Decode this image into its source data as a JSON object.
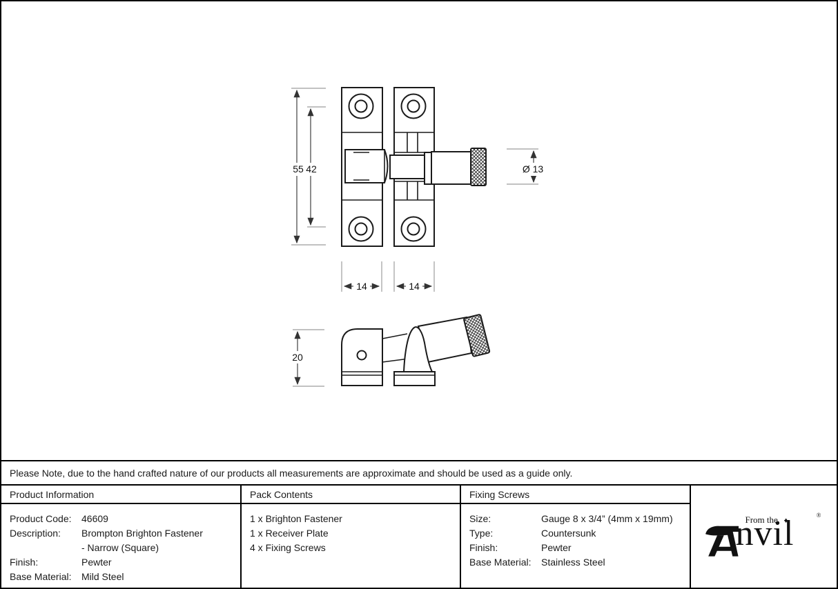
{
  "note": "Please Note, due to the hand crafted nature of our products all measurements are approximate and should be used as a guide only.",
  "drawing": {
    "front_view": {
      "dim_overall_height": "55",
      "dim_hole_spacing": "42",
      "dim_knob_diameter": "Ø 13",
      "dim_left_plate_width": "14",
      "dim_right_plate_width": "14"
    },
    "side_view": {
      "dim_depth": "20"
    }
  },
  "table": {
    "product_information": {
      "header": "Product Information",
      "rows": [
        {
          "label": "Product Code:",
          "value": "46609"
        },
        {
          "label": "Description:",
          "value": "Brompton Brighton Fastener"
        },
        {
          "label": "",
          "value": "- Narrow (Square)"
        },
        {
          "label": "Finish:",
          "value": "Pewter"
        },
        {
          "label": "Base Material:",
          "value": "Mild Steel"
        }
      ]
    },
    "pack_contents": {
      "header": "Pack Contents",
      "items": [
        "1 x Brighton Fastener",
        "1 x Receiver Plate",
        "4 x Fixing Screws"
      ]
    },
    "fixing_screws": {
      "header": "Fixing Screws",
      "rows": [
        {
          "label": "Size:",
          "value": "Gauge 8 x 3/4” (4mm x 19mm)"
        },
        {
          "label": "Type:",
          "value": "Countersunk"
        },
        {
          "label": "Finish:",
          "value": "Pewter"
        },
        {
          "label": "Base Material:",
          "value": "Stainless Steel"
        }
      ]
    }
  },
  "logo": {
    "from_the": "From the",
    "diamond": "♦",
    "main_text": "nvil",
    "registered": "®"
  },
  "colors": {
    "outline": "#1a1a1a",
    "dimension_line": "#4d4d4d",
    "extension_line": "#9c9c9c",
    "background": "#ffffff"
  }
}
